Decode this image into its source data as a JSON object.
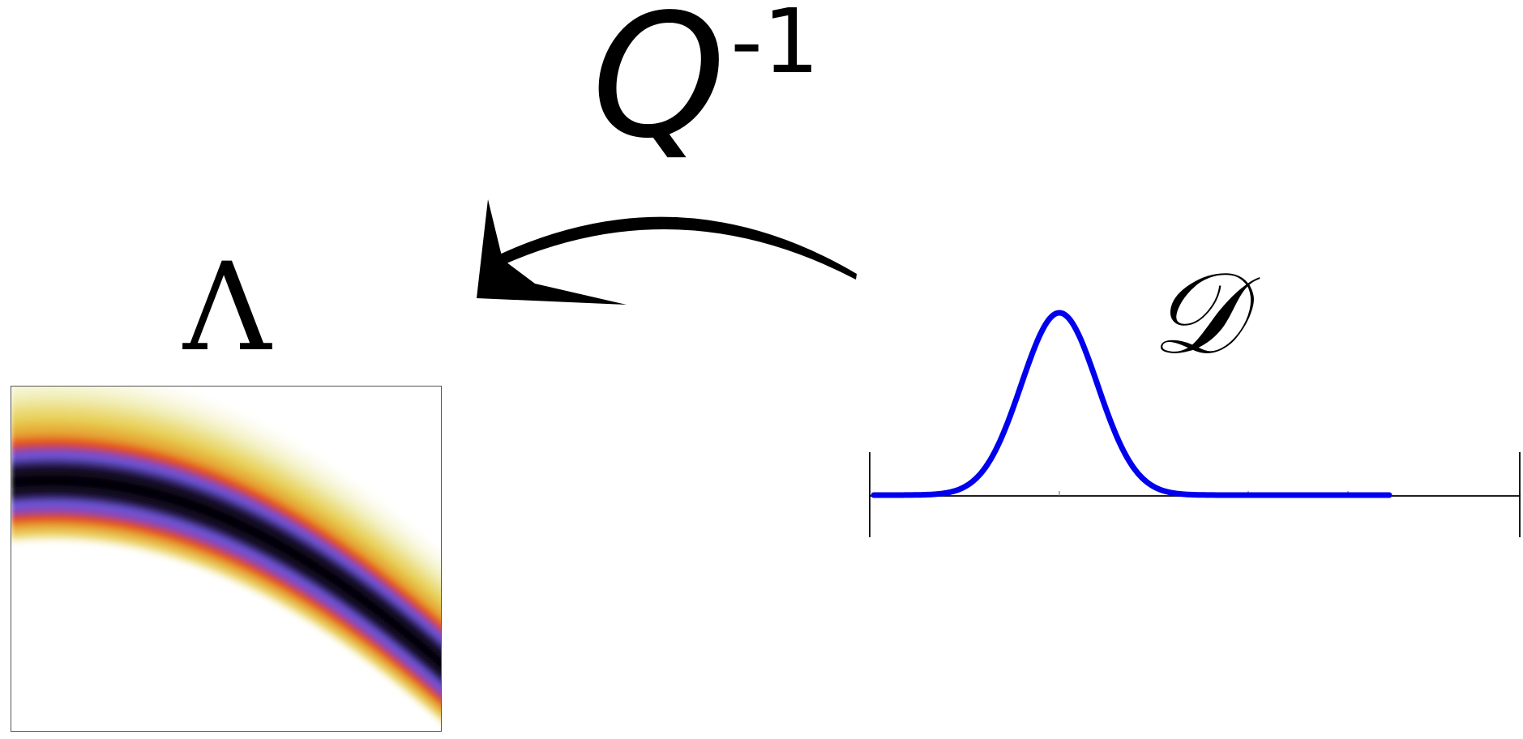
{
  "operator": {
    "symbol": "Q",
    "superscript": "-1"
  },
  "source_label": "Λ",
  "target_label": "𝒟",
  "arrow": {
    "direction": "right-to-left",
    "icon": "curved-arrow-left-icon",
    "color": "#000000"
  },
  "distribution_plot": {
    "curve_color": "#0000ee",
    "axis_color": "#000000",
    "shape": "gaussian"
  },
  "heatmap": {
    "colormap": [
      "#ffffff",
      "#eeea9e",
      "#e6c23c",
      "#e64a1e",
      "#6a4fd0",
      "#000000"
    ],
    "border_color": "#555555"
  }
}
